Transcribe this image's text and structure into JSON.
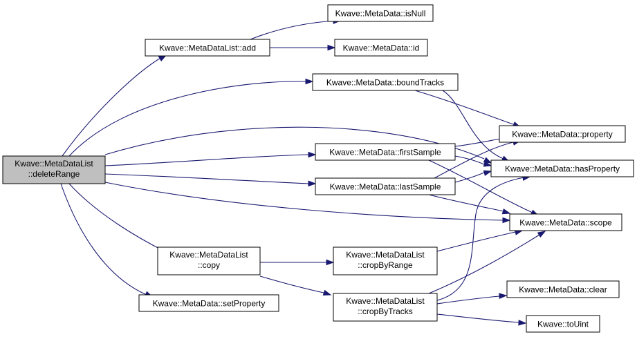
{
  "colors": {
    "edge": "#191970",
    "node_fill": "#ffffff",
    "root_fill": "#bfbfbf",
    "node_border": "#000000"
  },
  "nodes": {
    "root": {
      "lines": [
        "Kwave::MetaDataList",
        "::deleteRange"
      ],
      "highlighted": true
    },
    "list_add": {
      "lines": [
        "Kwave::MetaDataList::add"
      ]
    },
    "is_null": {
      "lines": [
        "Kwave::MetaData::isNull"
      ]
    },
    "id": {
      "lines": [
        "Kwave::MetaData::id"
      ]
    },
    "bound_tracks": {
      "lines": [
        "Kwave::MetaData::boundTracks"
      ]
    },
    "property": {
      "lines": [
        "Kwave::MetaData::property"
      ]
    },
    "first_sample": {
      "lines": [
        "Kwave::MetaData::firstSample"
      ]
    },
    "has_property": {
      "lines": [
        "Kwave::MetaData::hasProperty"
      ]
    },
    "last_sample": {
      "lines": [
        "Kwave::MetaData::lastSample"
      ]
    },
    "scope": {
      "lines": [
        "Kwave::MetaData::scope"
      ]
    },
    "list_copy": {
      "lines": [
        "Kwave::MetaDataList",
        "::copy"
      ]
    },
    "crop_by_range": {
      "lines": [
        "Kwave::MetaDataList",
        "::cropByRange"
      ]
    },
    "set_property": {
      "lines": [
        "Kwave::MetaData::setProperty"
      ]
    },
    "crop_by_tracks": {
      "lines": [
        "Kwave::MetaDataList",
        "::cropByTracks"
      ]
    },
    "clear": {
      "lines": [
        "Kwave::MetaData::clear"
      ]
    },
    "to_uint": {
      "lines": [
        "Kwave::toUint"
      ]
    }
  },
  "edges": [
    {
      "from": "root",
      "to": "list_add"
    },
    {
      "from": "root",
      "to": "bound_tracks"
    },
    {
      "from": "root",
      "to": "has_property"
    },
    {
      "from": "root",
      "to": "first_sample"
    },
    {
      "from": "root",
      "to": "last_sample"
    },
    {
      "from": "root",
      "to": "scope"
    },
    {
      "from": "root",
      "to": "list_copy"
    },
    {
      "from": "root",
      "to": "set_property"
    },
    {
      "from": "list_add",
      "to": "is_null"
    },
    {
      "from": "list_add",
      "to": "id"
    },
    {
      "from": "bound_tracks",
      "to": "property"
    },
    {
      "from": "bound_tracks",
      "to": "has_property"
    },
    {
      "from": "first_sample",
      "to": "property"
    },
    {
      "from": "first_sample",
      "to": "has_property"
    },
    {
      "from": "first_sample",
      "to": "scope"
    },
    {
      "from": "last_sample",
      "to": "property"
    },
    {
      "from": "last_sample",
      "to": "has_property"
    },
    {
      "from": "last_sample",
      "to": "scope"
    },
    {
      "from": "list_copy",
      "to": "crop_by_range"
    },
    {
      "from": "list_copy",
      "to": "crop_by_tracks"
    },
    {
      "from": "crop_by_range",
      "to": "scope"
    },
    {
      "from": "crop_by_tracks",
      "to": "has_property"
    },
    {
      "from": "crop_by_tracks",
      "to": "scope"
    },
    {
      "from": "crop_by_tracks",
      "to": "clear"
    },
    {
      "from": "crop_by_tracks",
      "to": "to_uint"
    }
  ]
}
